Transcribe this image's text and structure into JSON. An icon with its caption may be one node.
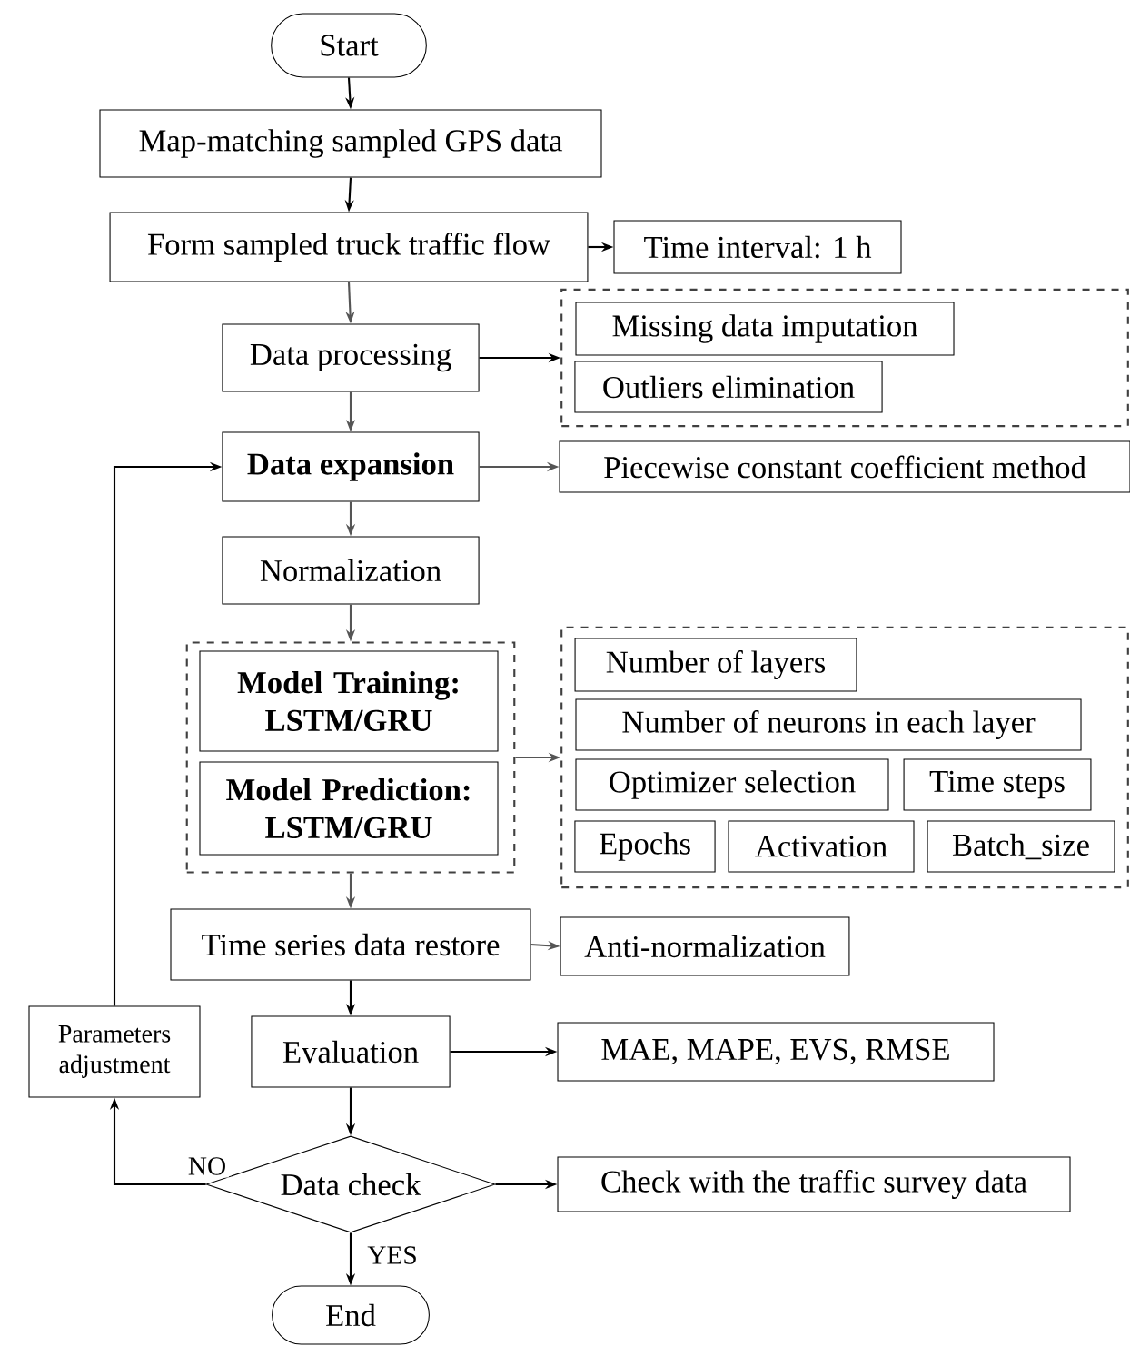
{
  "diagram": {
    "nodes": [
      {
        "text": [
          "Start"
        ]
      },
      {
        "text": [
          "Map-matching sampled GPS data"
        ]
      },
      {
        "text": [
          "Form sampled truck traffic flow"
        ]
      },
      {
        "text": [
          "Time interval: 1 h"
        ]
      },
      {
        "text": [
          "Data processing"
        ]
      },
      {
        "text": [],
        "shape": "box"
      },
      {
        "text": [
          "Missing data imputation"
        ],
        "in": 5
      },
      {
        "text": [
          "Outliers elimination"
        ],
        "in": 5
      },
      {
        "text": [
          "Data expansion"
        ]
      },
      {
        "text": [
          "Piecewise constant coefficient method"
        ]
      },
      {
        "text": [
          "Normalization"
        ]
      },
      {
        "text": [],
        "shape": "box"
      },
      {
        "text": [
          "Model Training: LSTM/GRU"
        ],
        "in": 11
      },
      {
        "text": [
          "Model Prediction: LSTM/GRU"
        ],
        "in": 11
      },
      {
        "text": [],
        "shape": "box"
      },
      {
        "text": [
          "Number of layers"
        ],
        "in": 14
      },
      {
        "text": [
          "Number of neurons in each layer"
        ],
        "in": 14
      },
      {
        "text": [
          "Optimizer selection"
        ],
        "in": 14
      },
      {
        "text": [
          "Time steps"
        ],
        "in": 14
      },
      {
        "text": [
          "Epochs"
        ],
        "in": 14
      },
      {
        "text": [
          "Activation"
        ],
        "in": 14
      },
      {
        "text": [
          "Batch_size"
        ],
        "in": 14
      },
      {
        "text": [
          "Time series data restore"
        ]
      },
      {
        "text": [
          "Anti-normalization"
        ]
      },
      {
        "text": [
          "Evaluation"
        ]
      },
      {
        "text": [
          "MAE, MAPE, EVS, RMSE"
        ]
      },
      {
        "text": [
          "Parameters adjustment"
        ]
      },
      {
        "text": [
          "Data check"
        ]
      },
      {
        "text": [
          "Check with the traffic survey data"
        ]
      },
      {
        "text": [
          "End"
        ]
      }
    ],
    "edges": [
      {
        "from": 0,
        "to": 1,
        "arrow": "to"
      },
      {
        "from": 1,
        "to": 2,
        "arrow": "to"
      },
      {
        "from": 2,
        "to": 3,
        "arrow": "to"
      },
      {
        "from": 2,
        "to": 4,
        "arrow": "to",
        "color": "#555555"
      },
      {
        "from": 4,
        "to": 5,
        "arrow": "to"
      },
      {
        "from": 4,
        "to": 8,
        "arrow": "to",
        "color": "#555555"
      },
      {
        "from": 8,
        "to": 9,
        "arrow": "to",
        "color": "#555555"
      },
      {
        "from": 8,
        "to": 10,
        "arrow": "to",
        "color": "#555555"
      },
      {
        "from": 10,
        "to": 11,
        "arrow": "to",
        "color": "#555555"
      },
      {
        "from": 11,
        "to": 14,
        "arrow": "to",
        "color": "#555555"
      },
      {
        "from": 11,
        "to": 22,
        "arrow": "to",
        "color": "#555555"
      },
      {
        "from": 22,
        "to": 23,
        "arrow": "to",
        "color": "#555555"
      },
      {
        "from": 22,
        "to": 24,
        "arrow": "to"
      },
      {
        "from": 24,
        "to": 25,
        "arrow": "to"
      },
      {
        "from": 24,
        "to": 27,
        "arrow": "to"
      },
      {
        "from": 27,
        "to": 28,
        "arrow": "to"
      },
      {
        "from": 27,
        "to": 29,
        "label": "YES",
        "arrow": "to"
      },
      {
        "from": 27,
        "to": 26,
        "label": "NO",
        "arrow": "to"
      },
      {
        "from": 26,
        "to": 8,
        "arrow": "to"
      }
    ]
  }
}
